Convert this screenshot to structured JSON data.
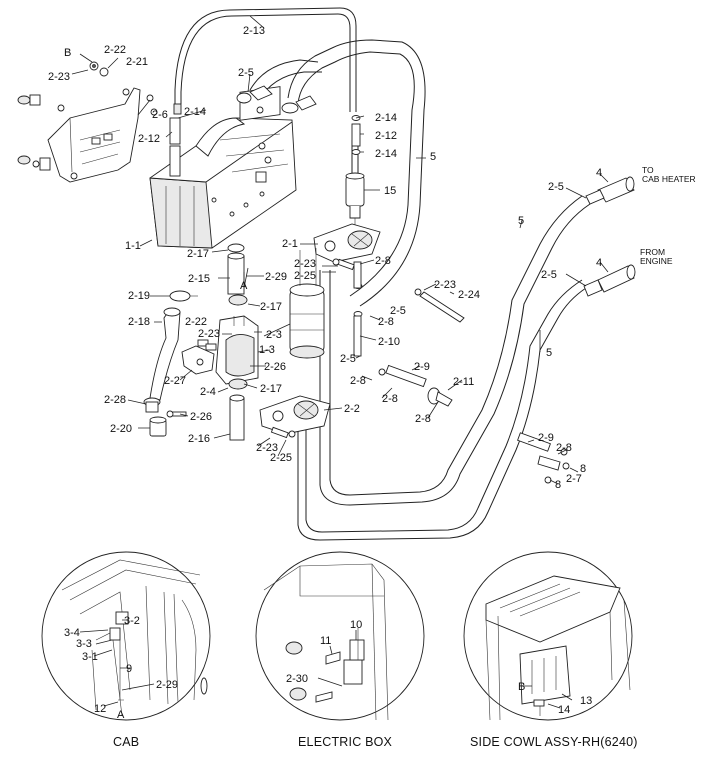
{
  "callouts": {
    "b_main": "B",
    "p2_22": "2-22",
    "p2_21": "2-21",
    "p2_23a": "2-23",
    "p2_6": "2-6",
    "p2_12a": "2-12",
    "p2_14a": "2-14",
    "p2_13": "2-13",
    "p2_5a": "2-5",
    "p2_14b": "2-14",
    "p2_12b": "2-12",
    "p2_14c": "2-14",
    "p5a": "5",
    "p15": "15",
    "p1_1": "1-1",
    "p2_17a": "2-17",
    "p2_1": "2-1",
    "p2_23b": "2-23",
    "p2_25a": "2-25",
    "p2_8a": "2-8",
    "p2_15": "2-15",
    "p2_29a": "2-29",
    "a_main": "A",
    "p2_19": "2-19",
    "p2_17b": "2-17",
    "p2_18": "2-18",
    "p2_22b": "2-22",
    "p2_23c": "2-23",
    "p2_3": "2-3",
    "p1_3": "1-3",
    "p2_26a": "2-26",
    "p2_27": "2-27",
    "p2_4": "2-4",
    "p2_17c": "2-17",
    "p2_28": "2-28",
    "p2_26b": "2-26",
    "p2_20": "2-20",
    "p2_16": "2-16",
    "p2_23d": "2-23",
    "p2_25b": "2-25",
    "p2_2": "2-2",
    "p2_8b": "2-8",
    "p2_8c": "2-8",
    "p2_8d": "2-8",
    "p2_10": "2-10",
    "p2_5b": "2-5",
    "p2_5c": "2-5",
    "p2_9a": "2-9",
    "p2_11": "2-11",
    "p2_23e": "2-23",
    "p2_24": "2-24",
    "p2_5d": "2-5",
    "p4a": "4",
    "p5b": "5",
    "p2_5e": "2-5",
    "p4b": "4",
    "p5c": "5",
    "p2_9b": "2-9",
    "p2_8e": "2-8",
    "p8a": "8",
    "p8b": "8",
    "p2_7": "2-7",
    "p2_8f": "2-8",
    "to_cab_heater_1": "TO",
    "to_cab_heater_2": "CAB HEATER",
    "from_engine_1": "FROM",
    "from_engine_2": "ENGINE"
  },
  "details": {
    "cab": {
      "caption": "CAB",
      "labels": {
        "p3_4": "3-4",
        "p3_2": "3-2",
        "p3_3": "3-3",
        "p3_1": "3-1",
        "p9": "9",
        "p2_29": "2-29",
        "p12": "12",
        "a": "A"
      }
    },
    "electric_box": {
      "caption": "ELECTRIC BOX",
      "labels": {
        "p11": "11",
        "p10": "10",
        "p2_30": "2-30"
      }
    },
    "side_cowl": {
      "caption": "SIDE COWL ASSY-RH(6240)",
      "labels": {
        "b": "B",
        "p13": "13",
        "p14": "14"
      }
    }
  }
}
